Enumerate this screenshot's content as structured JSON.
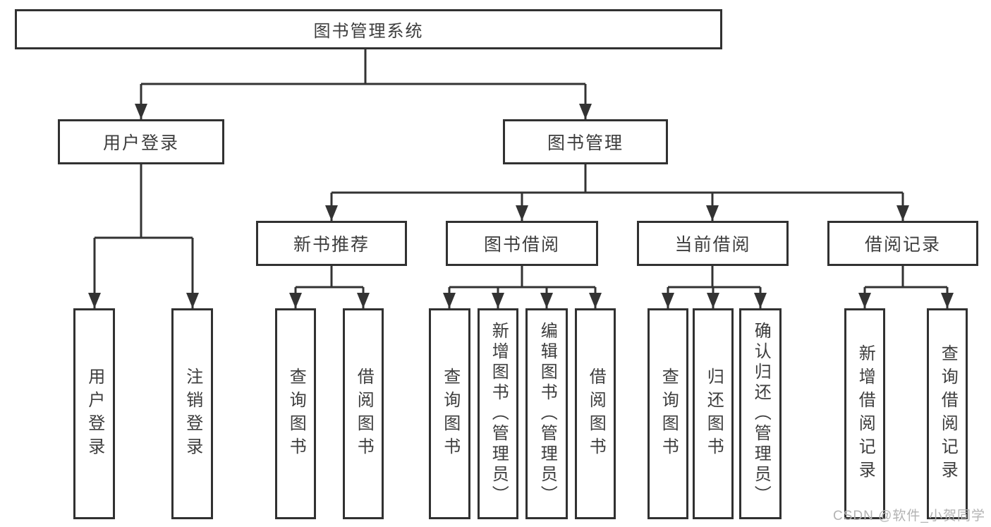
{
  "tree": {
    "label": "图书管理系统",
    "children": [
      {
        "label": "用户登录",
        "children": [
          {
            "label": "用户登录"
          },
          {
            "label": "注销登录"
          }
        ]
      },
      {
        "label": "图书管理",
        "children": [
          {
            "label": "新书推荐",
            "children": [
              {
                "label": "查询图书"
              },
              {
                "label": "借阅图书"
              }
            ]
          },
          {
            "label": "图书借阅",
            "children": [
              {
                "label": "查询图书"
              },
              {
                "label": "新增图书（管理员）"
              },
              {
                "label": "编辑图书（管理员）"
              },
              {
                "label": "借阅图书"
              }
            ]
          },
          {
            "label": "当前借阅",
            "children": [
              {
                "label": "查询图书"
              },
              {
                "label": "归还图书"
              },
              {
                "label": "确认归还（管理员）"
              }
            ]
          },
          {
            "label": "借阅记录",
            "children": [
              {
                "label": "新增借阅记录"
              },
              {
                "label": "查询借阅记录"
              }
            ]
          }
        ]
      }
    ]
  },
  "colors": {
    "line": "#333333",
    "border": "#313131",
    "text": "#3d3d3d",
    "watermark": "#b3b3b3"
  },
  "watermark": {
    "text": "CSDN @软件_小贺同学"
  }
}
